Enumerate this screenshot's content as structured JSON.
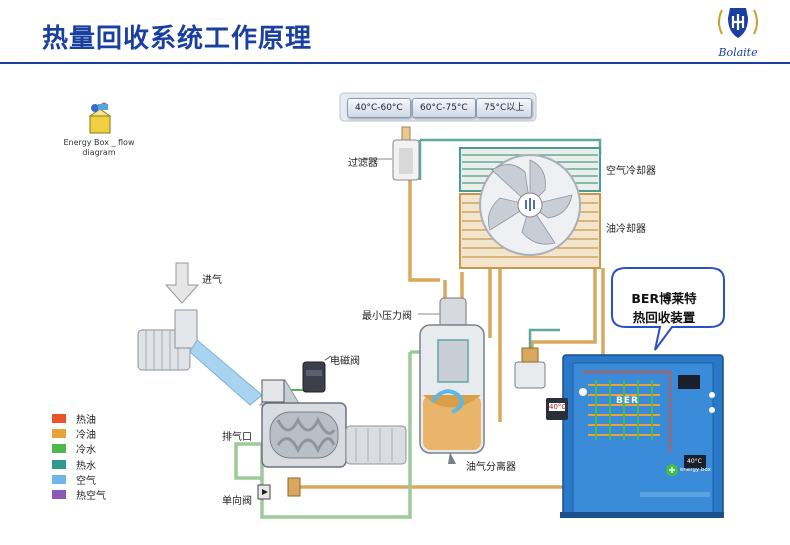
{
  "title": "热量回收系统工作原理",
  "brand": {
    "name": "Bolaite"
  },
  "embedded_icon_caption": "Energy Box _ flow diagram",
  "temperature_buttons": [
    "40°C-60°C",
    "60°C-75°C",
    "75°C以上"
  ],
  "labels": {
    "filter": "过滤器",
    "air_cooler": "空气冷却器",
    "oil_cooler": "油冷却器",
    "intake": "进气",
    "min_pressure_valve": "最小压力阀",
    "solenoid_valve": "电磁阀",
    "exhaust_port": "排气口",
    "check_valve": "单向阀",
    "oil_gas_separator": "油气分离器"
  },
  "callout": {
    "line1": "BER博莱特",
    "line2": "热回收装置"
  },
  "device": {
    "readout_left": "40°C",
    "readout_right": "40°C",
    "brand_text": "BER",
    "eco_text": "energy box"
  },
  "legend": [
    {
      "label": "热油",
      "color": "#e8532a"
    },
    {
      "label": "冷油",
      "color": "#e8a23a"
    },
    {
      "label": "冷水",
      "color": "#4fb84a"
    },
    {
      "label": "热水",
      "color": "#2e9a8e"
    },
    {
      "label": "空气",
      "color": "#6fb6e8"
    },
    {
      "label": "热空气",
      "color": "#8a5ab8"
    }
  ],
  "colors": {
    "title": "#1a3fa0",
    "pipe_oil": "#d9a85e",
    "pipe_water": "#9fc99a",
    "pipe_teal": "#5fa8a0",
    "device_blue": "#2a78c8"
  }
}
